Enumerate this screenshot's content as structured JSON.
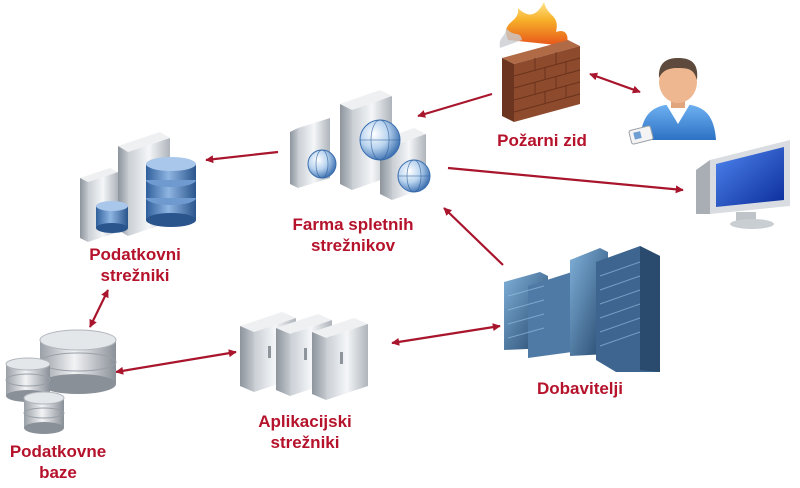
{
  "nodes": {
    "firewall": {
      "label": "Požarni zid",
      "icon": "firewall-icon"
    },
    "user": {
      "icon": "user-icon"
    },
    "monitor": {
      "icon": "monitor-icon"
    },
    "web_farm": {
      "label_line1": "Farma spletnih",
      "label_line2": "strežnikov",
      "icon": "web-server-icon"
    },
    "data_servers": {
      "label_line1": "Podatkovni",
      "label_line2": "strežniki",
      "icon": "database-server-icon"
    },
    "databases": {
      "label_line1": "Podatkovne",
      "label_line2": "baze",
      "icon": "database-icon"
    },
    "app_servers": {
      "label_line1": "Aplikacijski",
      "label_line2": "strežniki",
      "icon": "application-server-icon"
    },
    "suppliers": {
      "label": "Dobavitelji",
      "icon": "office-building-icon"
    }
  },
  "connections": [
    {
      "from": "firewall",
      "to": "web_farm",
      "direction": "forward"
    },
    {
      "from": "firewall",
      "to": "user",
      "direction": "both"
    },
    {
      "from": "web_farm",
      "to": "data_servers",
      "direction": "forward"
    },
    {
      "from": "web_farm",
      "to": "monitor",
      "direction": "forward"
    },
    {
      "from": "suppliers",
      "to": "web_farm",
      "direction": "forward"
    },
    {
      "from": "data_servers",
      "to": "databases",
      "direction": "both"
    },
    {
      "from": "databases",
      "to": "app_servers",
      "direction": "both"
    },
    {
      "from": "app_servers",
      "to": "suppliers",
      "direction": "both"
    }
  ],
  "colors": {
    "label": "#b5122b",
    "arrow": "#a8152c",
    "server_light": "#e9ecef",
    "server_dark": "#7d8590",
    "db_blue": "#4a79b5",
    "db_gray": "#b9bec4",
    "brick": "#8e4a2c",
    "flame": "#f29a1f",
    "building_blue": "#3d6590",
    "monitor_screen": "#1547c8",
    "shirt": "#3f8ede"
  }
}
